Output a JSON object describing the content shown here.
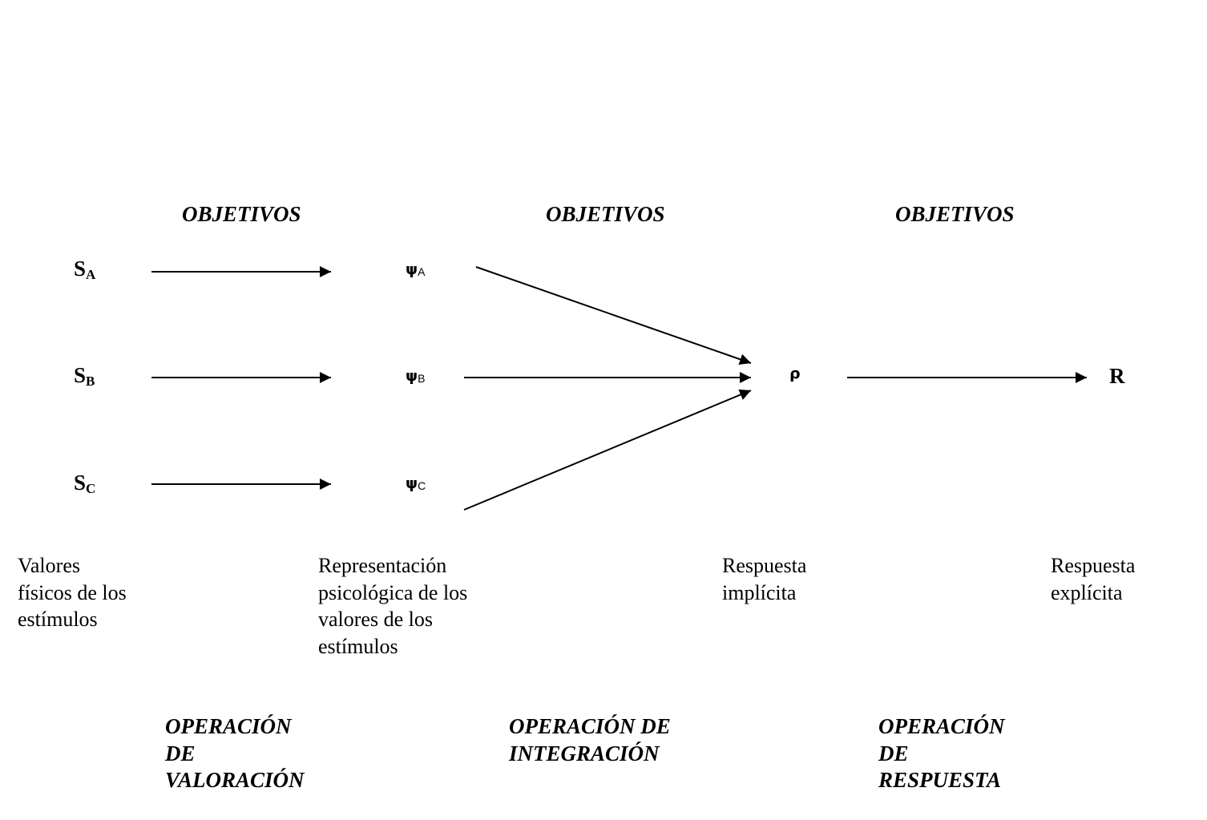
{
  "headers": [
    "OBJETIVOS",
    "OBJETIVOS",
    "OBJETIVOS"
  ],
  "stimuli": [
    {
      "base": "S",
      "sub": "A"
    },
    {
      "base": "S",
      "sub": "B"
    },
    {
      "base": "S",
      "sub": "C"
    }
  ],
  "psychological": [
    {
      "base": "ψ",
      "sub": "A"
    },
    {
      "base": "ψ",
      "sub": "B"
    },
    {
      "base": "ψ",
      "sub": "C"
    }
  ],
  "implicit_node": "ρ",
  "explicit_node": "R",
  "descriptions": {
    "physical": [
      "Valores",
      "físicos de los",
      "estímulos"
    ],
    "psychological": [
      "Representación",
      "psicológica de los",
      "valores de los",
      "estímulos"
    ],
    "implicit": [
      "Respuesta",
      "implícita"
    ],
    "explicit": [
      "Respuesta",
      "explícita"
    ]
  },
  "operations": {
    "valuation": [
      "OPERACIÓN",
      "DE",
      "VALORACIÓN"
    ],
    "integration": [
      "OPERACIÓN DE",
      "INTEGRACIÓN"
    ],
    "response": [
      "OPERACIÓN",
      "DE",
      "RESPUESTA"
    ]
  }
}
